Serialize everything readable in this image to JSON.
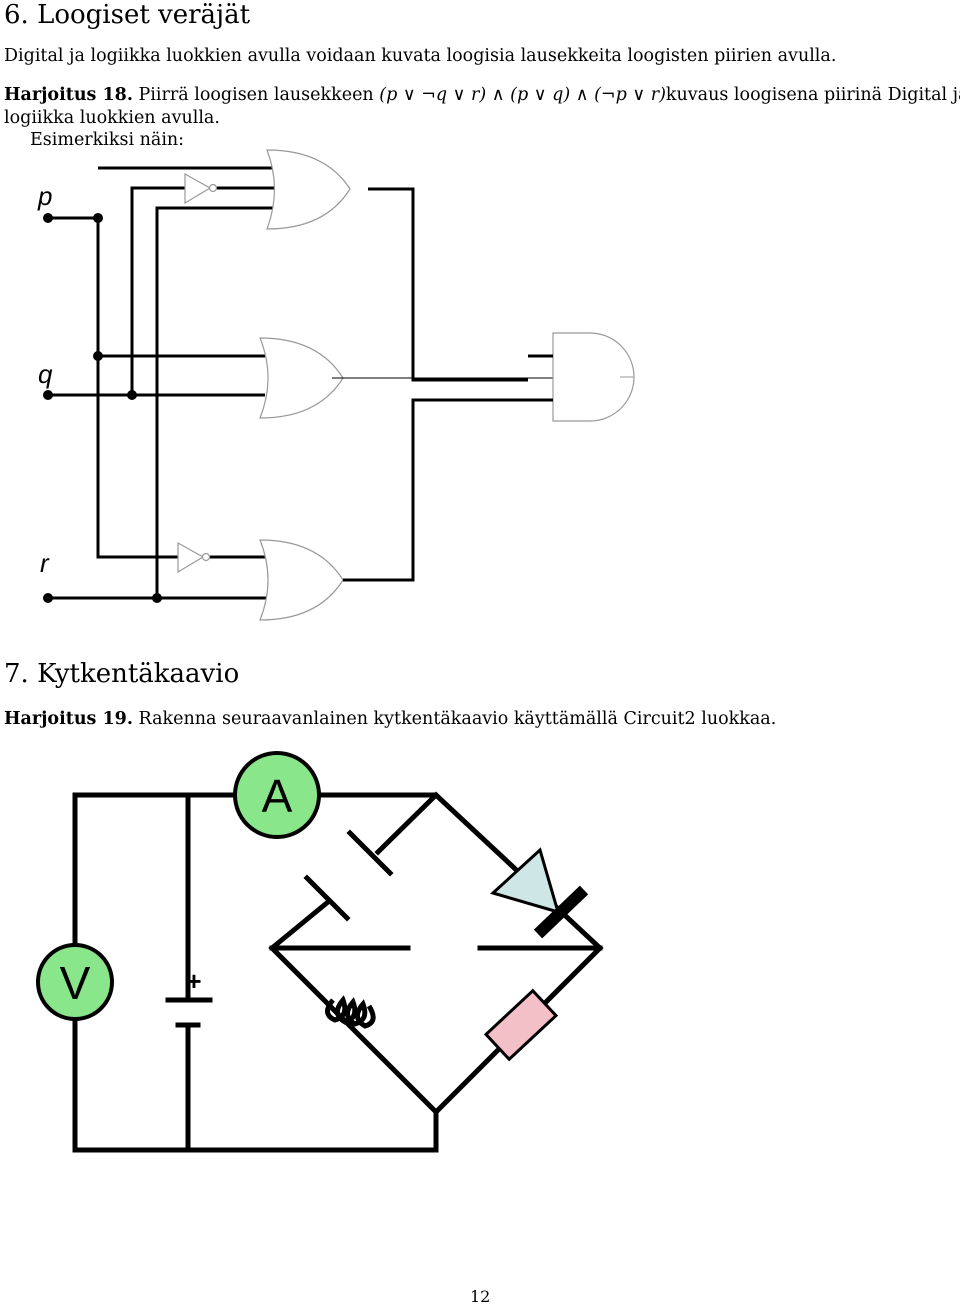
{
  "section6": {
    "title": "6. Loogiset veräjät",
    "intro": "Digital ja logiikka luokkien avulla voidaan kuvata loogisia lausekkeita loogisten piirien avulla.",
    "exercise_label": "Harjoitus 18.",
    "exercise_text_before": "Piirrä loogisen lausekkeen",
    "expression": "(p ∨ ¬q ∨ r) ∧ (p ∨ q) ∧ (¬p ∨ r)",
    "exercise_text_after": "kuvaus loogisena piirinä Digital ja/tai",
    "exercise_line2": "logiikka luokkien avulla.",
    "example_label": "Esimerkiksi näin:",
    "inputs": [
      "p",
      "q",
      "r"
    ]
  },
  "section7": {
    "title": "7. Kytkentäkaavio",
    "exercise_label": "Harjoitus 19.",
    "exercise_text": "Rakenna seuraavanlainen kytkentäkaavio käyttämällä Circuit2 luokkaa.",
    "ammeter_label": "A",
    "voltmeter_label": "V",
    "battery_plus": "+"
  },
  "colors": {
    "meter_fill": "#8ae68a",
    "diode_fill": "#cfe6e6",
    "resistor_fill": "#f4c0c8",
    "gate_stroke": "#999999"
  },
  "footer": {
    "page_number": "12"
  }
}
